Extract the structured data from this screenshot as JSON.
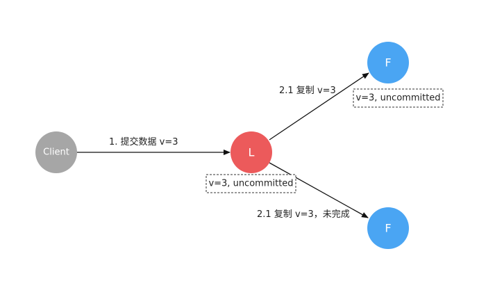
{
  "colors": {
    "client": "#a6a6a6",
    "leader": "#ec5a5b",
    "follower": "#4aa5f3",
    "edge": "#111111"
  },
  "nodes": {
    "client": {
      "label": "Client"
    },
    "leader": {
      "label": "L"
    },
    "follower_top": {
      "label": "F"
    },
    "follower_bottom": {
      "label": "F"
    }
  },
  "edges": {
    "client_to_leader": {
      "label": "1. 提交数据 v=3"
    },
    "leader_to_follower_top": {
      "label": "2.1 复制 v=3"
    },
    "leader_to_follower_bottom": {
      "label": "2.1 复制 v=3，未完成"
    }
  },
  "status": {
    "leader": "v=3, uncommitted",
    "follower_top": "v=3, uncommitted"
  }
}
